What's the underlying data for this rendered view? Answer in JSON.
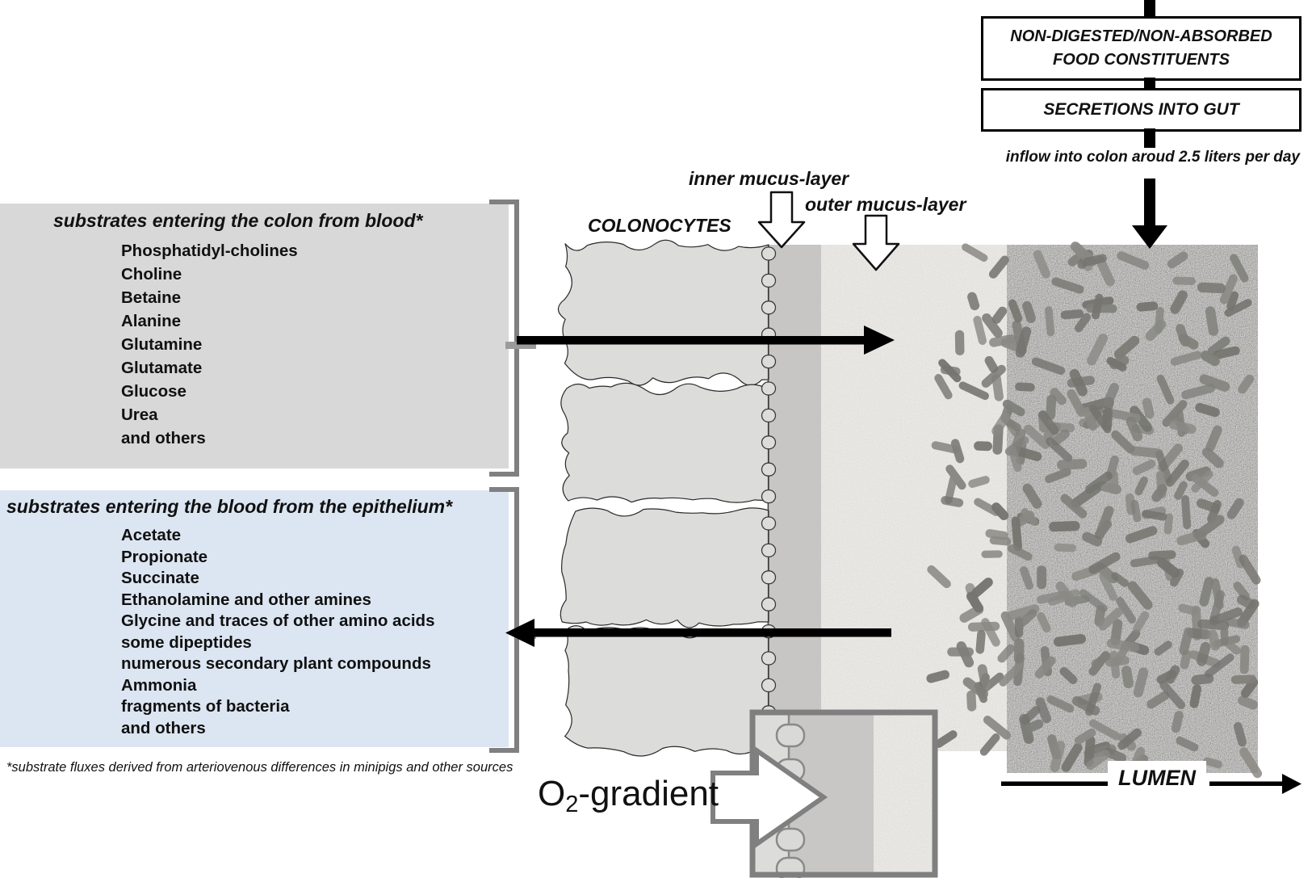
{
  "inflow": {
    "box1_line1": "NON-DIGESTED/NON-ABSORBED",
    "box1_line2": "FOOD CONSTITUENTS",
    "box2_label": "SECRETIONS INTO GUT",
    "caption": "inflow into colon aroud 2.5 liters per day"
  },
  "blood_panel": {
    "title": "substrates entering the colon from blood*",
    "items": [
      "Phosphatidyl-cholines",
      "Choline",
      "Betaine",
      "Alanine",
      "Glutamine",
      "Glutamate",
      "Glucose",
      "Urea",
      "and others"
    ]
  },
  "epithelium_panel": {
    "title": "substrates entering the blood from the epithelium*",
    "items": [
      "Acetate",
      "Propionate",
      "Succinate",
      "Ethanolamine and other amines",
      "Glycine and traces of other amino acids",
      "some dipeptides",
      "numerous secondary plant compounds",
      "Ammonia",
      "fragments of bacteria",
      "and others"
    ]
  },
  "footnote": "*substrate fluxes derived from arteriovenous differences in minipigs and other sources",
  "labels": {
    "colonocytes": "COLONOCYTES",
    "inner_mucus": "inner mucus-layer",
    "outer_mucus": "outer mucus-layer",
    "lumen": "LUMEN",
    "o2_base": "O",
    "o2_sub": "2",
    "o2_rest": "-gradient"
  },
  "colors": {
    "blood_panel_bg": "#d8d8d8",
    "epithelium_panel_bg": "#dce6f2",
    "cell_fill": "#dcdcda",
    "inner_mucus": "#c8c6c4",
    "outer_mucus": "#eeece8",
    "lumen_base": "#a5a3a0",
    "bacteria": "#807f7a",
    "bracket": "#808080"
  }
}
